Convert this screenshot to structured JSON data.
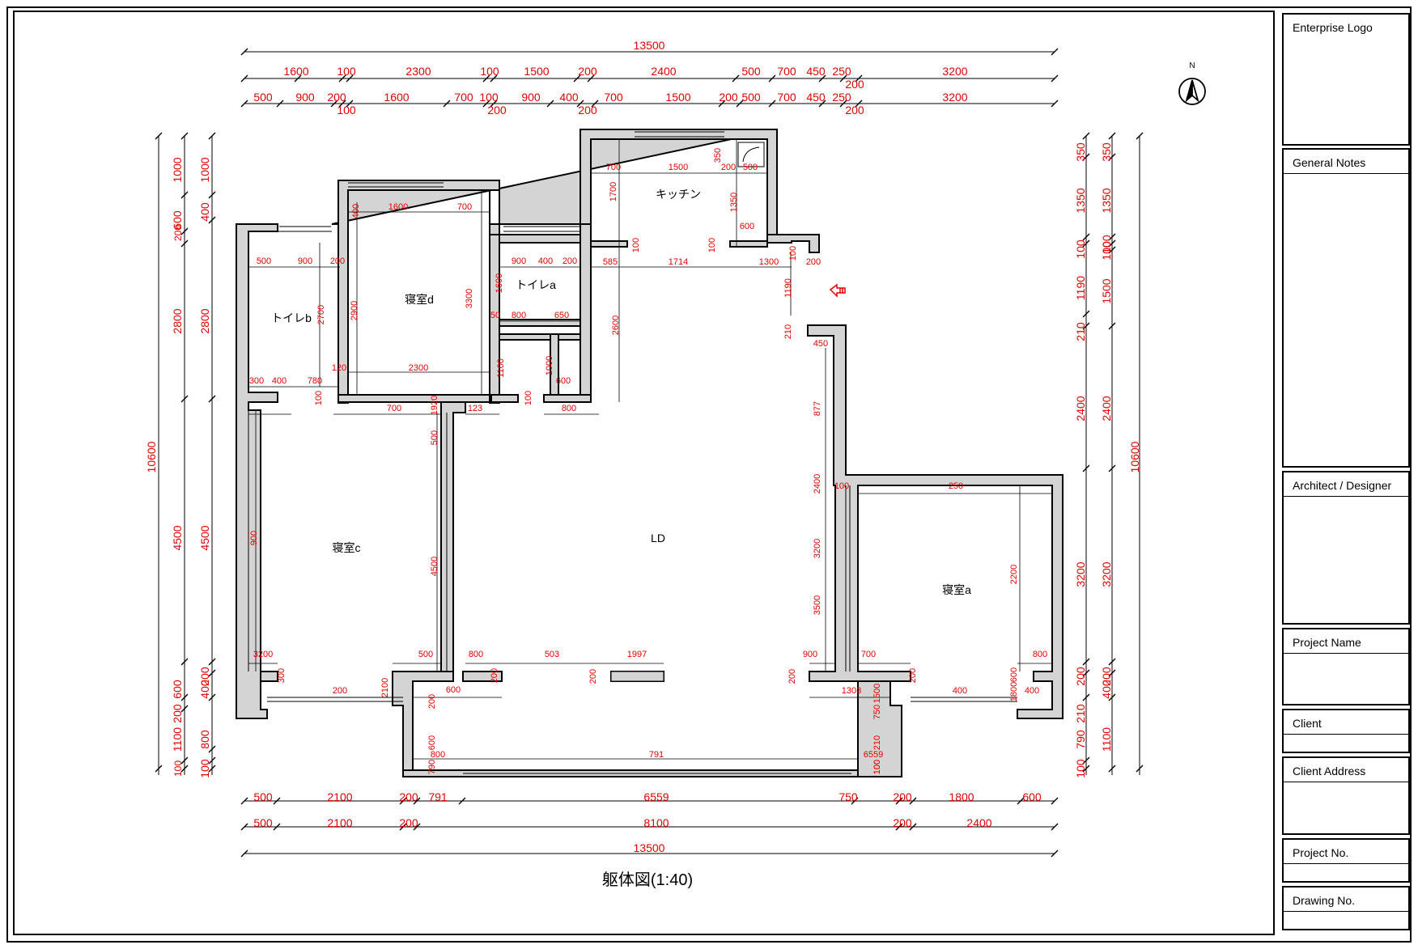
{
  "drawing_title": "躯体図(1:40)",
  "north_label": "N",
  "rooms": {
    "kitchen": "キッチン",
    "toilet_a": "トイレa",
    "toilet_b": "トイレb",
    "bedroom_d": "寝室d",
    "bedroom_c": "寝室c",
    "bedroom_a": "寝室a",
    "ld": "LD"
  },
  "title_block": {
    "enterprise_logo": "Enterprise Logo",
    "general_notes": "General Notes",
    "architect": "Architect / Designer",
    "project_name": "Project Name",
    "client": "Client",
    "client_address": "Client Address",
    "project_no": "Project No.",
    "drawing_no": "Drawing No."
  },
  "colors": {
    "wall": "#000000",
    "wall_fill": "#d4d4d4",
    "dimension": "#e00000",
    "line": "#000000"
  },
  "dimensions": {
    "top_overall": "13500",
    "top_row1": [
      "1600",
      "100",
      "2300",
      "100",
      "1500",
      "200",
      "2400",
      "500",
      "700",
      "450",
      "250",
      "200",
      "3200"
    ],
    "top_row2": [
      "500",
      "900",
      "200",
      "100",
      "1600",
      "700",
      "100",
      "200",
      "900",
      "400",
      "200",
      "700",
      "1500",
      "200",
      "500",
      "700",
      "450",
      "250",
      "200",
      "3200"
    ],
    "bottom_overall": "13500",
    "bottom_row1": [
      "500",
      "2100",
      "200",
      "791",
      "6559",
      "750",
      "200",
      "1800",
      "600"
    ],
    "bottom_row2": [
      "500",
      "2100",
      "200",
      "8100",
      "200",
      "2400"
    ],
    "left_overall": "10600",
    "left_row1": [
      "1000",
      "600",
      "200",
      "2800",
      "4500",
      "600",
      "200",
      "1100",
      "100"
    ],
    "left_row2": [
      "1000",
      "400",
      "2800",
      "4500",
      "200",
      "400",
      "800",
      "100"
    ],
    "right_overall": "10600",
    "right_row1": [
      "350",
      "1350",
      "100",
      "1190",
      "210",
      "2400",
      "3200",
      "200",
      "210",
      "790",
      "100"
    ],
    "right_row2": [
      "350",
      "1350",
      "100",
      "100",
      "1500",
      "2400",
      "3200",
      "200",
      "400",
      "1100"
    ],
    "interior": [
      "700",
      "1500",
      "350",
      "200",
      "500",
      "1700",
      "1350",
      "600",
      "100",
      "100",
      "100",
      "585",
      "1714",
      "1300",
      "200",
      "1190",
      "210",
      "450",
      "1600",
      "700",
      "400",
      "500",
      "900",
      "200",
      "900",
      "400",
      "200",
      "1600",
      "50",
      "800",
      "650",
      "2700",
      "2900",
      "3300",
      "2600",
      "120",
      "2300",
      "300",
      "400",
      "780",
      "100",
      "1100",
      "100",
      "1000",
      "600",
      "800",
      "700",
      "1920",
      "123",
      "500",
      "877",
      "2400",
      "100",
      "250",
      "3200",
      "900",
      "4500",
      "3500",
      "2200",
      "3200",
      "500",
      "800",
      "503",
      "1997",
      "900",
      "700",
      "800",
      "300",
      "200",
      "200",
      "200",
      "200",
      "200",
      "2100",
      "600",
      "1303",
      "1500",
      "400",
      "1800",
      "400",
      "600",
      "200",
      "600",
      "800",
      "791",
      "6559",
      "750",
      "210",
      "790",
      "100",
      "100",
      "100"
    ]
  }
}
